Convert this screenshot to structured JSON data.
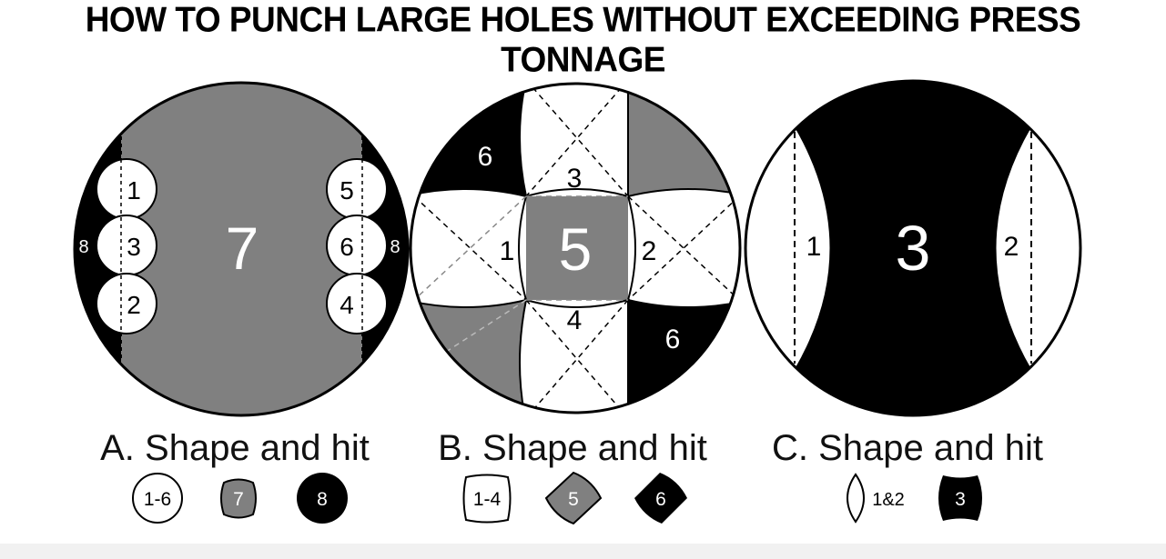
{
  "title": "HOW TO PUNCH LARGE HOLES WITHOUT EXCEEDING PRESS TONNAGE",
  "colors": {
    "gray": "#808080",
    "black": "#000000",
    "white": "#ffffff"
  },
  "diagram_a": {
    "caption": "A. Shape and hit",
    "big_label": "7",
    "hits_left": [
      "1",
      "3",
      "2"
    ],
    "hits_right": [
      "5",
      "6",
      "4"
    ],
    "side_label_left": "8",
    "side_label_right": "8",
    "legend": [
      "1-6",
      "7",
      "8"
    ]
  },
  "diagram_b": {
    "caption": "B. Shape and hit",
    "center_label": "5",
    "top_label": "3",
    "left_label": "1",
    "right_label": "2",
    "bottom_label": "4",
    "corner_tl_label": "6",
    "corner_br_label": "6",
    "legend": [
      "1-4",
      "5",
      "6"
    ]
  },
  "diagram_c": {
    "caption": "C. Shape and hit",
    "big_label": "3",
    "left_label": "1",
    "right_label": "2",
    "legend": [
      "1&2",
      "3"
    ]
  }
}
